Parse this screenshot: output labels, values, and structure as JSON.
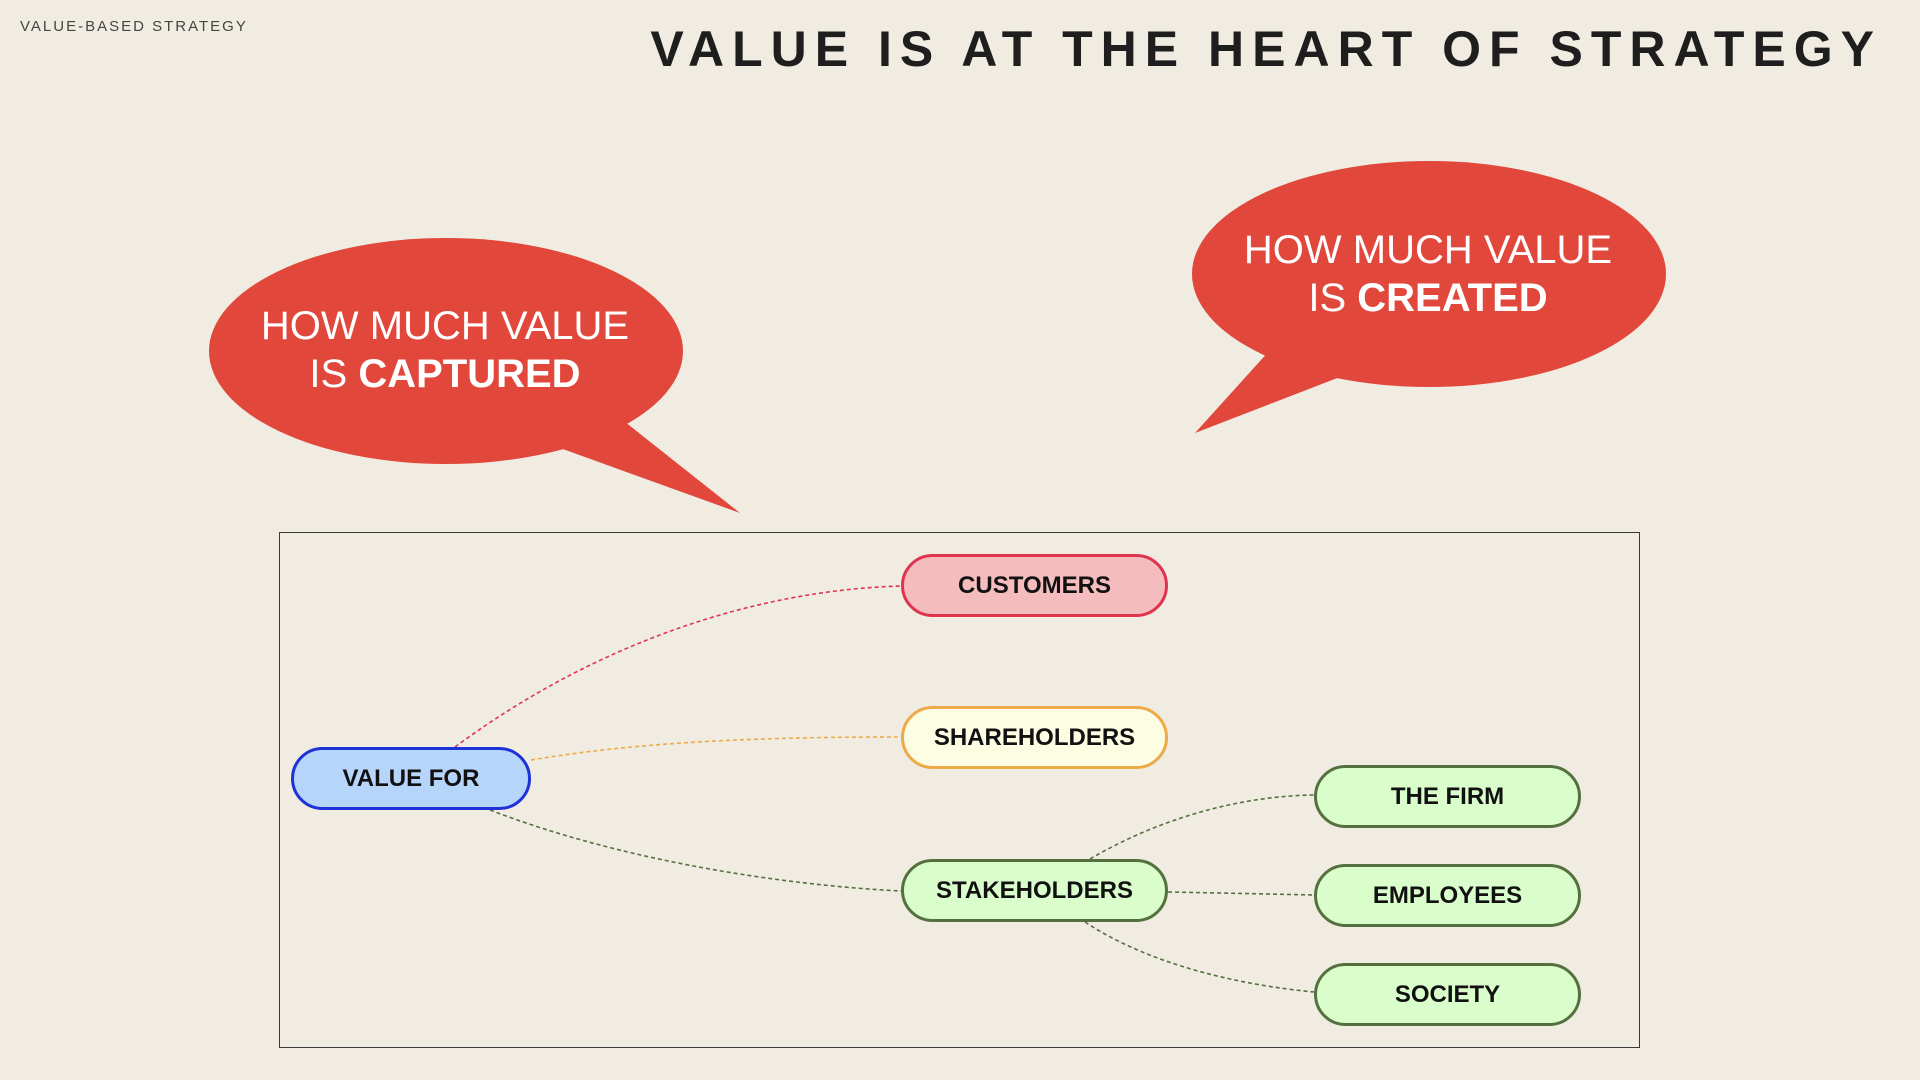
{
  "header": {
    "kicker": "VALUE-BASED STRATEGY",
    "title": "VALUE IS AT THE HEART OF STRATEGY"
  },
  "bubbles": {
    "captured": {
      "line1": "HOW MUCH VALUE",
      "prefix": "IS ",
      "emphasis": "CAPTURED"
    },
    "created": {
      "line1": "HOW MUCH VALUE",
      "prefix": "IS ",
      "emphasis": "CREATED"
    }
  },
  "diagram": {
    "nodes": {
      "value_for": "VALUE FOR",
      "customers": "CUSTOMERS",
      "shareholders": "SHAREHOLDERS",
      "stakeholders": "STAKEHOLDERS",
      "the_firm": "THE FIRM",
      "employees": "EMPLOYEES",
      "society": "SOCIETY"
    }
  },
  "colors": {
    "background": "#f0ece2",
    "bubble": "#e2473c",
    "value_for_fill": "#b6d5fb",
    "value_for_border": "#1f32d6",
    "customers_fill": "#f5bcbe",
    "customers_border": "#e0334f",
    "shareholders_fill": "#fdfde3",
    "shareholders_border": "#eea948",
    "stakeholder_fill": "#d9fdcb",
    "stakeholder_border": "#55703f"
  }
}
